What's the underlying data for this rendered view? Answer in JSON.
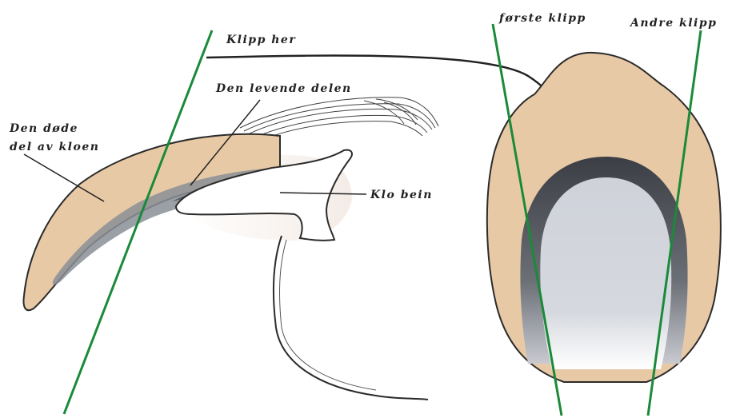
{
  "labels": {
    "cut_here": "Klipp her",
    "living_part": "Den levende delen",
    "dead_part_line1": "Den døde",
    "dead_part_line2": "del av kloen",
    "claw_bone": "Klo bein",
    "first_cut": "første klipp",
    "second_cut": "Andre klipp"
  },
  "colors": {
    "cut_line": "#1a8a3a",
    "dead_claw": "#e8c9a6",
    "quick": "#6e747c",
    "outline": "#2b2b2b",
    "bone_fill": "#ffffff",
    "cross_section_core": "#c9ccd4"
  }
}
